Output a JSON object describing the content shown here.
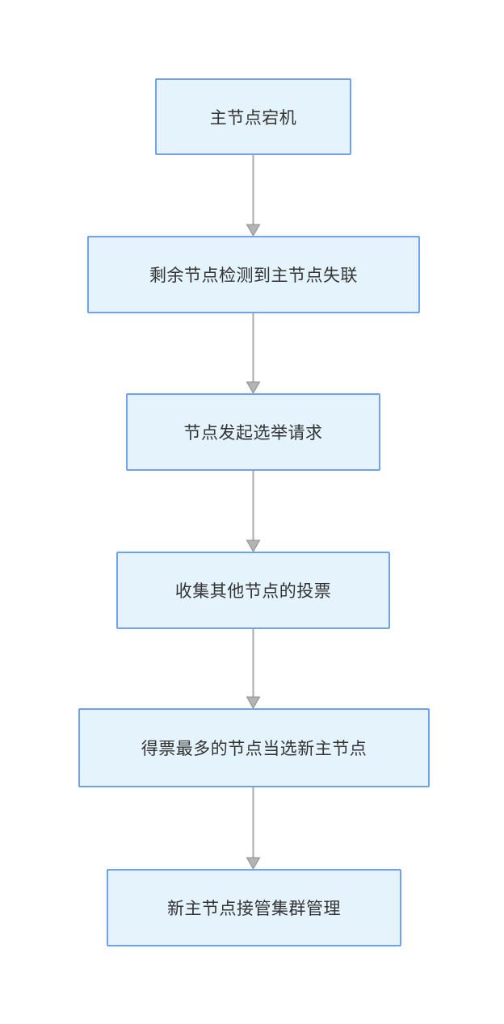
{
  "diagram": {
    "type": "flowchart",
    "background": "#ffffff",
    "nodes": [
      {
        "label": "主节点宕机"
      },
      {
        "label": "剩余节点检测到主节点失联"
      },
      {
        "label": "节点发起选举请求"
      },
      {
        "label": "收集其他节点的投票"
      },
      {
        "label": "得票最多的节点当选新主节点"
      },
      {
        "label": "新主节点接管集群管理"
      }
    ],
    "edges": [
      {
        "from": 1,
        "to": 2,
        "direction": "down"
      },
      {
        "from": 2,
        "to": 3,
        "direction": "down"
      },
      {
        "from": 3,
        "to": 4,
        "direction": "down"
      },
      {
        "from": 4,
        "to": 5,
        "direction": "down"
      },
      {
        "from": 5,
        "to": 6,
        "direction": "down"
      }
    ],
    "colors": {
      "node_fill": "#e4f3fc",
      "node_border": "#70a1f1",
      "connector_line": "#a9a9a9",
      "arrowhead_fill": "#b3b3b3",
      "arrowhead_stroke": "#8f8f8f",
      "label_text": "#333333"
    }
  }
}
